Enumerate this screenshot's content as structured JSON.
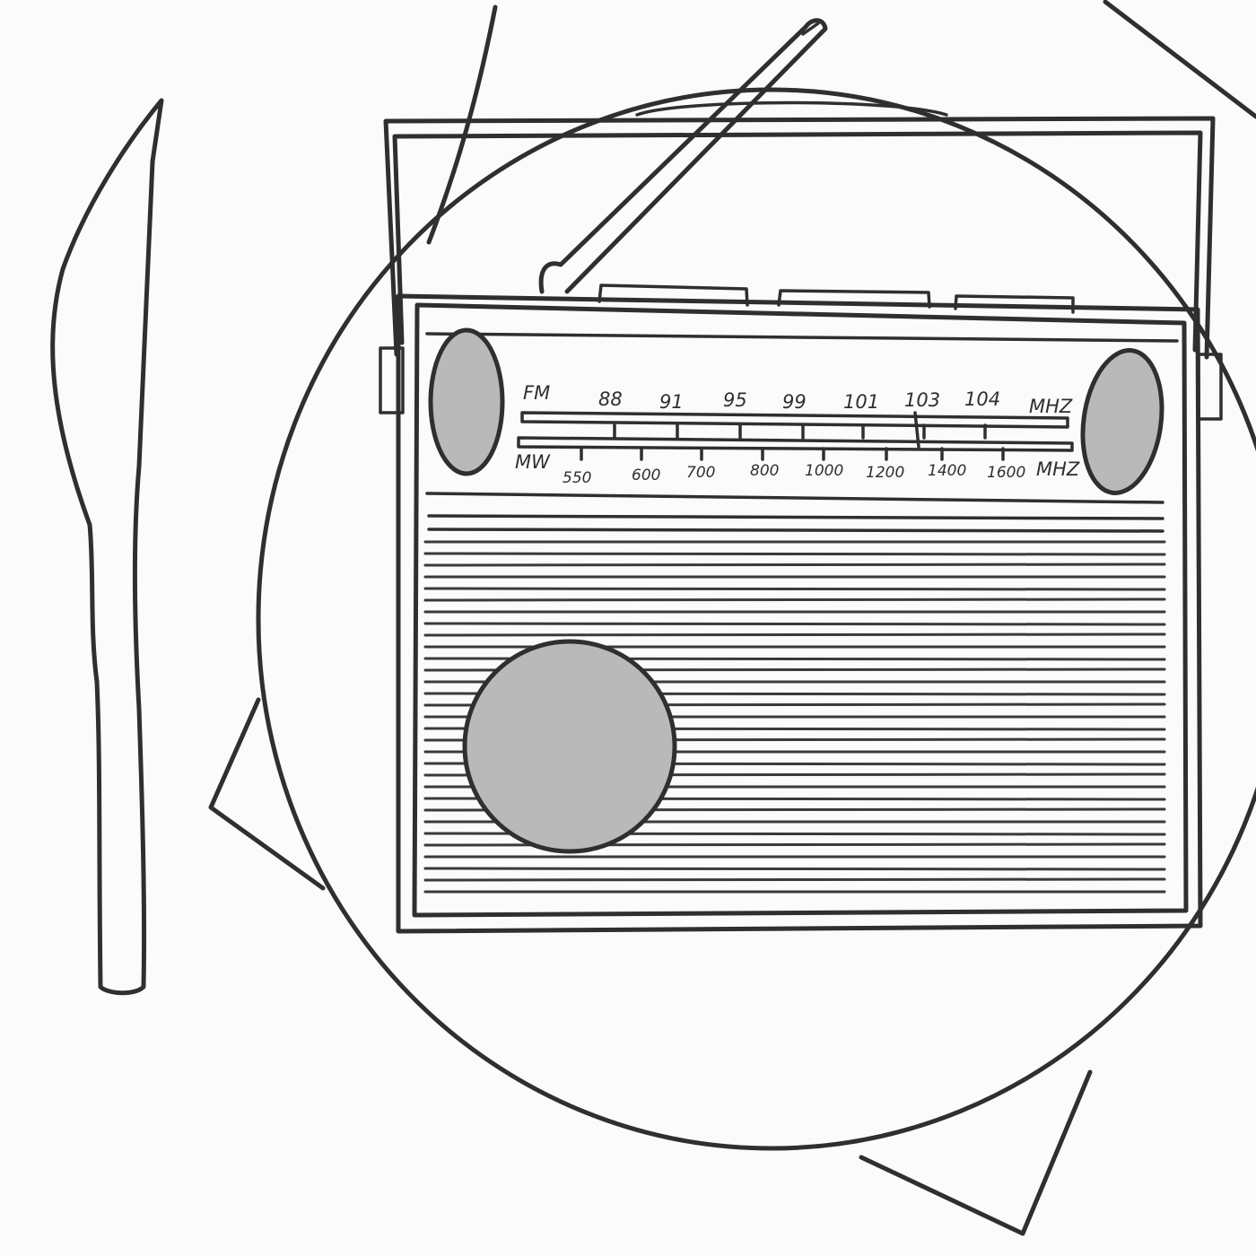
{
  "dial": {
    "fm_band": "FM",
    "fm_marks": [
      "88",
      "91",
      "95",
      "99",
      "101",
      "103",
      "104"
    ],
    "fm_unit": "MHZ",
    "mw_band": "MW",
    "mw_marks": [
      "550",
      "600",
      "700",
      "800",
      "1000",
      "1200",
      "1400",
      "1600"
    ],
    "mw_unit": "MHZ"
  }
}
